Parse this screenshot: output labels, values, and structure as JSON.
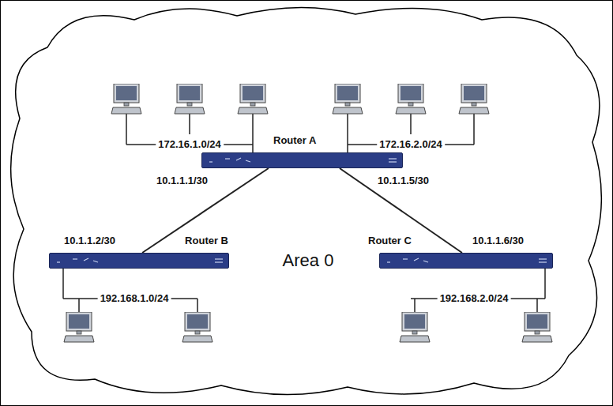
{
  "diagram": {
    "nodes": [
      {
        "text": [
          "Area 0"
        ]
      },
      {
        "text": [
          "Router A"
        ],
        "in": 0
      },
      {
        "text": [
          "Router B"
        ],
        "in": 0
      },
      {
        "text": [
          "Router C"
        ],
        "in": 0
      }
    ],
    "edges": [
      {
        "from": 1,
        "to": 2,
        "arrow": "none"
      },
      {
        "from": 1,
        "to": 3,
        "arrow": "none"
      }
    ],
    "labels": [
      "172.16.1.0/24",
      "172.16.2.0/24",
      "10.1.1.1/30",
      "10.1.1.5/30",
      "10.1.1.2/30",
      "10.1.1.6/30",
      "192.168.1.0/24",
      "192.168.2.0/24"
    ]
  }
}
